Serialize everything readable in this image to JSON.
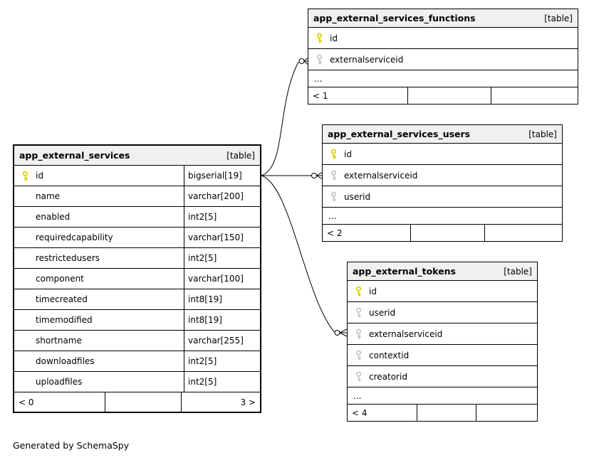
{
  "diagram": {
    "generator_note": "Generated by SchemaSpy"
  },
  "colors": {
    "header_bg": "#f0f0f0",
    "primary_key": "#ddd204",
    "foreign_key": "#c6c6c6",
    "line": "#000000"
  },
  "tables": [
    {
      "name": "app_external_services",
      "tag": "[table]",
      "columns": [
        {
          "name": "id",
          "type": "bigserial[19]",
          "key": "primary"
        },
        {
          "name": "name",
          "type": "varchar[200]",
          "key": "none"
        },
        {
          "name": "enabled",
          "type": "int2[5]",
          "key": "none"
        },
        {
          "name": "requiredcapability",
          "type": "varchar[150]",
          "key": "none"
        },
        {
          "name": "restrictedusers",
          "type": "int2[5]",
          "key": "none"
        },
        {
          "name": "component",
          "type": "varchar[100]",
          "key": "none"
        },
        {
          "name": "timecreated",
          "type": "int8[19]",
          "key": "none"
        },
        {
          "name": "timemodified",
          "type": "int8[19]",
          "key": "none"
        },
        {
          "name": "shortname",
          "type": "varchar[255]",
          "key": "none"
        },
        {
          "name": "downloadfiles",
          "type": "int2[5]",
          "key": "none"
        },
        {
          "name": "uploadfiles",
          "type": "int2[5]",
          "key": "none"
        }
      ],
      "ellipsis": null,
      "footer": {
        "left": "< 0",
        "center": "",
        "right": "3 >"
      }
    },
    {
      "name": "app_external_services_functions",
      "tag": "[table]",
      "columns": [
        {
          "name": "id",
          "key": "primary"
        },
        {
          "name": "externalserviceid",
          "key": "foreign"
        }
      ],
      "ellipsis": "...",
      "footer": {
        "left": "< 1",
        "center": "",
        "right": ""
      }
    },
    {
      "name": "app_external_services_users",
      "tag": "[table]",
      "columns": [
        {
          "name": "id",
          "key": "primary"
        },
        {
          "name": "externalserviceid",
          "key": "foreign"
        },
        {
          "name": "userid",
          "key": "foreign"
        }
      ],
      "ellipsis": "...",
      "footer": {
        "left": "< 2",
        "center": "",
        "right": ""
      }
    },
    {
      "name": "app_external_tokens",
      "tag": "[table]",
      "columns": [
        {
          "name": "id",
          "key": "primary"
        },
        {
          "name": "userid",
          "key": "foreign"
        },
        {
          "name": "externalserviceid",
          "key": "foreign"
        },
        {
          "name": "contextid",
          "key": "foreign"
        },
        {
          "name": "creatorid",
          "key": "foreign"
        }
      ],
      "ellipsis": "...",
      "footer": {
        "left": "< 4",
        "center": "",
        "right": ""
      }
    }
  ],
  "relationships": [
    {
      "from": "app_external_services.id",
      "to": "app_external_services_functions.externalserviceid"
    },
    {
      "from": "app_external_services.id",
      "to": "app_external_services_users.externalserviceid"
    },
    {
      "from": "app_external_services.id",
      "to": "app_external_tokens.externalserviceid"
    }
  ]
}
